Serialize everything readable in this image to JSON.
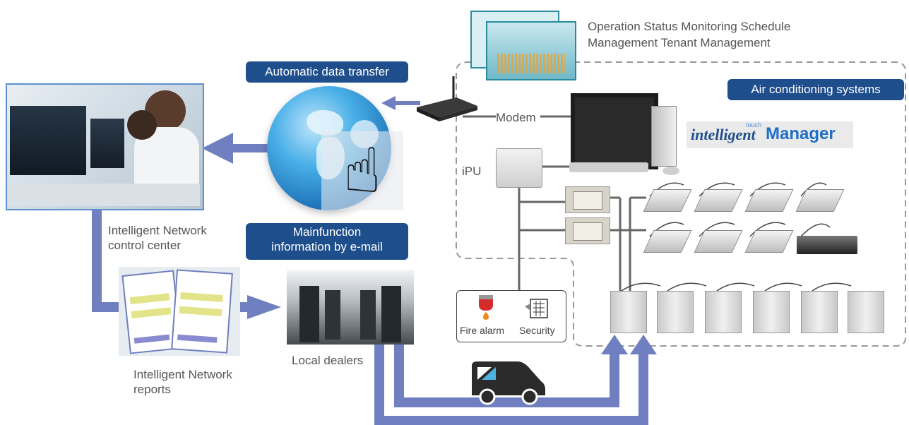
{
  "status_text": "Operation Status Monitoring Schedule Management Tenant Management",
  "status_line1": "Operation Status Monitoring Schedule",
  "status_line2": "Management Tenant Management",
  "ac_badge": "Air conditioning systems",
  "auto_transfer_badge": "Automatic data transfer",
  "mail_badge_line1": "Mainfunction",
  "mail_badge_line2": "information by e-mail",
  "modem_label": "Modem",
  "ipu_label": "iPU",
  "control_center_line1": "Intelligent Network",
  "control_center_line2": "control center",
  "reports_line1": "Intelligent Network",
  "reports_line2": "reports",
  "local_dealers": "Local dealers",
  "fire_alarm": "Fire alarm",
  "security": "Security",
  "logo_word1": "intelligent",
  "logo_word2": "Manager",
  "logo_touch": "touch",
  "colors": {
    "arrow": "#6f7fc0",
    "badge": "#1f4e8c",
    "dashed": "#999999",
    "line": "#666666"
  }
}
